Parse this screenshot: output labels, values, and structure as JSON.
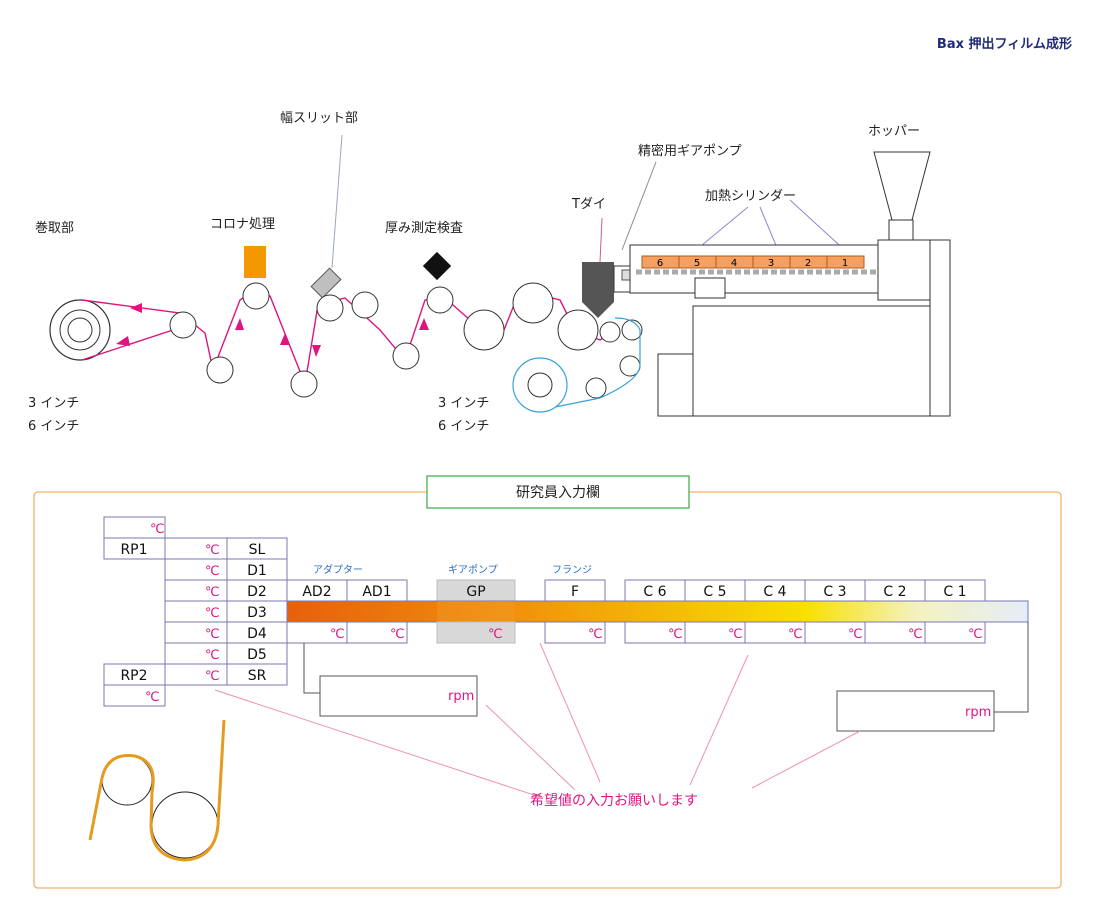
{
  "header": {
    "title": "Bax 押出フィルム成形"
  },
  "process": {
    "winder": "巻取部",
    "corona": "コロナ処理",
    "slit": "幅スリット部",
    "thickness": "厚み測定検査",
    "tdie": "Tダイ",
    "gearpump": "精密用ギアポンプ",
    "cylinder": "加熱シリンダー",
    "hopper": "ホッパー",
    "core_left": [
      "3 インチ",
      "6 インチ"
    ],
    "core_right": [
      "3 インチ",
      "6 インチ"
    ],
    "zones": [
      "6",
      "5",
      "4",
      "3",
      "2",
      "1"
    ]
  },
  "form": {
    "title": "研究員入力欄",
    "unit": "℃",
    "rpm": "rpm",
    "rp1": "RP1",
    "rp2": "RP2",
    "die_rows": [
      "SL",
      "D1",
      "D2",
      "D3",
      "D4",
      "D5",
      "SR"
    ],
    "adapter_label": "アダプター",
    "gearpump_label": "ギアポンプ",
    "flange_label": "フランジ",
    "adapters": [
      "AD2",
      "AD1"
    ],
    "gp": "GP",
    "flange": "F",
    "cylinders": [
      "C 6",
      "C 5",
      "C 4",
      "C 3",
      "C 2",
      "C 1"
    ],
    "note": "希望値の入力お願いします"
  },
  "colors": {
    "film": "#e0147f",
    "chill": "#3aa0d8",
    "corona": "#f39800",
    "frame": "#f3b06a",
    "title_box": "#4caf50"
  }
}
